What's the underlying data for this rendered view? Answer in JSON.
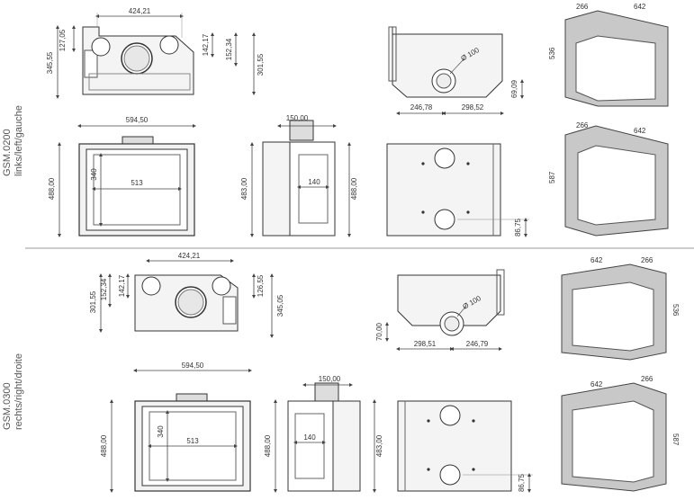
{
  "sections": [
    {
      "model": "GSM.0200",
      "side": "links/left/gauche"
    },
    {
      "model": "GSM.0300",
      "side": "rechts/right/droite"
    }
  ],
  "top": {
    "plan_width": "424,21",
    "plan_left_small": "127,05",
    "plan_left_depth": "345,55",
    "plan_right_a": "142,17",
    "plan_right_b": "152,34",
    "plan_right_total": "301,55",
    "side_view_diameter": "Ø 100",
    "side_view_left": "246,78",
    "side_view_right": "298,52",
    "side_view_height": "69,09",
    "front_width": "594,50",
    "front_height": "488,00",
    "glass_height": "340",
    "glass_width": "513",
    "side_top": "150,00",
    "side_height": "483,00",
    "side_glass": "140",
    "side_total": "488,00",
    "back_offset": "86,75",
    "iso1_a": "266",
    "iso1_b": "642",
    "iso1_h": "536",
    "iso2_a": "266",
    "iso2_b": "642",
    "iso2_h": "587"
  },
  "bottom": {
    "plan_width": "424,21",
    "plan_left_a": "301,55",
    "plan_left_b": "152,34",
    "plan_left_c": "142,17",
    "plan_right_small": "126,55",
    "plan_right_depth": "345,05",
    "side_view_diameter": "Ø 100",
    "side_view_height": "70,00",
    "side_view_left": "298,51",
    "side_view_right": "246,79",
    "front_width": "594,50",
    "front_height": "488,00",
    "glass_height": "340",
    "glass_width": "513",
    "side_top": "150,00",
    "side_height": "488,00",
    "side_glass": "140",
    "side_total": "483,00",
    "back_offset": "86,75",
    "iso1_a": "642",
    "iso1_b": "266",
    "iso1_h": "536",
    "iso2_a": "642",
    "iso2_b": "266",
    "iso2_h": "587"
  }
}
